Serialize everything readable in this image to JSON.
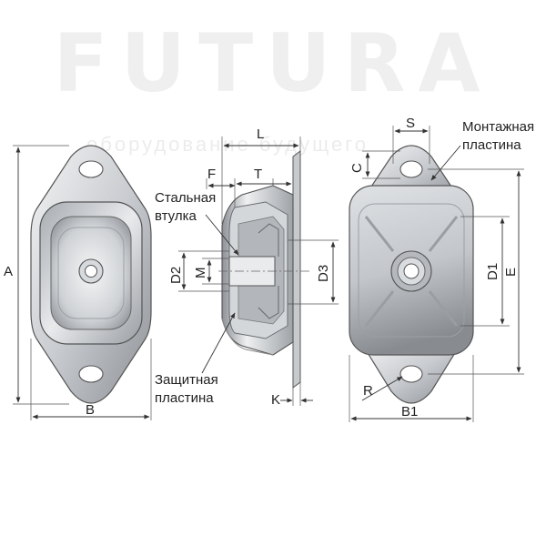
{
  "watermark": {
    "brand": "FUTURA",
    "tagline": "оборудование будущего"
  },
  "dimensions": {
    "A": "A",
    "B": "B",
    "L": "L",
    "F": "F",
    "T": "T",
    "D2": "D2",
    "M": "M",
    "D3": "D3",
    "K": "K",
    "S": "S",
    "C": "C",
    "D1": "D1",
    "E": "E",
    "R": "R",
    "B1": "B1"
  },
  "callouts": {
    "steel_bushing_line1": "Стальная",
    "steel_bushing_line2": "втулка",
    "protective_plate_line1": "Защитная",
    "protective_plate_line2": "пластина",
    "mounting_plate_line1": "Монтажная",
    "mounting_plate_line2": "пластина"
  },
  "colors": {
    "metal_light": "#e4e6e8",
    "metal_mid": "#b9bcc0",
    "metal_dark": "#7f8388",
    "line": "#333333",
    "watermark": "#eeeeee"
  }
}
